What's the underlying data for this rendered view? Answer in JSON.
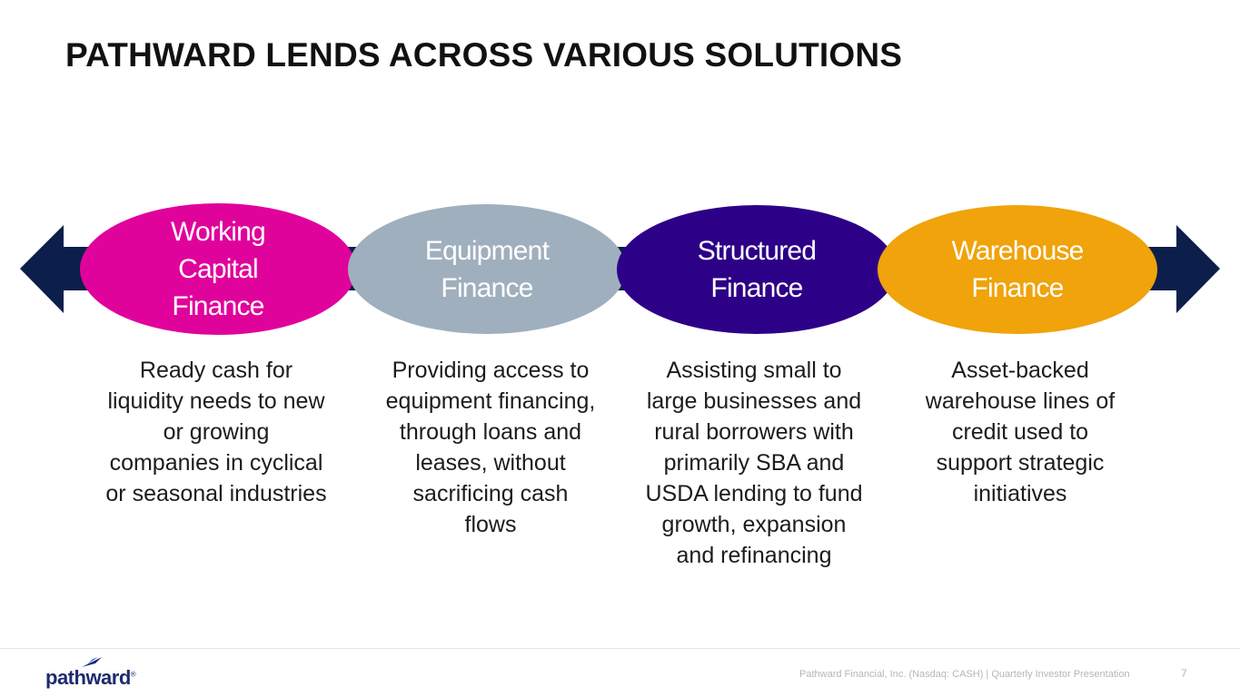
{
  "title": "PATHWARD LENDS ACROSS VARIOUS SOLUTIONS",
  "colors": {
    "arrow": "#0c1f4b",
    "working_capital": "#e0039b",
    "equipment": "#a0afbd",
    "structured": "#2d0088",
    "warehouse": "#f0a30a"
  },
  "solutions": [
    {
      "name": "Working\nCapital\nFinance",
      "description": "Ready cash for\nliquidity needs to new\nor growing\ncompanies in cyclical\nor seasonal industries"
    },
    {
      "name": "Equipment\nFinance",
      "description": "Providing access to\nequipment financing,\nthrough loans and\nleases, without\nsacrificing cash\nflows"
    },
    {
      "name": "Structured\nFinance",
      "description": "Assisting small to\nlarge businesses and\nrural borrowers with\nprimarily SBA and\nUSDA lending to fund\ngrowth, expansion\nand refinancing"
    },
    {
      "name": "Warehouse\nFinance",
      "description": "Asset-backed\nwarehouse lines of\ncredit used to\nsupport strategic\ninitiatives"
    }
  ],
  "footer": {
    "logo": "pathward",
    "logo_mark": "®",
    "text": "Pathward Financial, Inc. (Nasdaq: CASH) | Quarterly Investor Presentation",
    "page_number": "7"
  }
}
